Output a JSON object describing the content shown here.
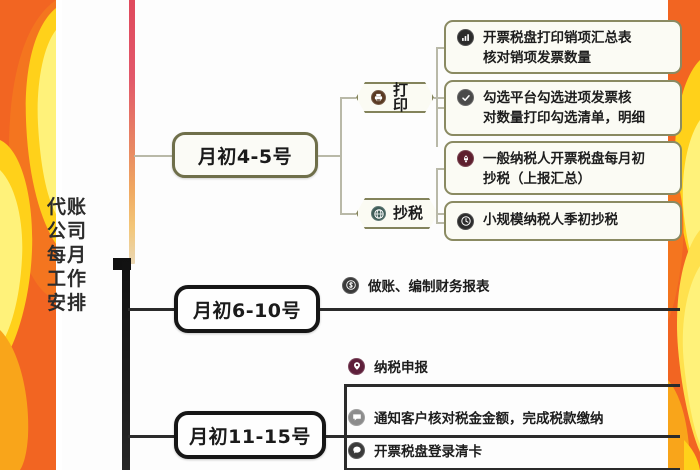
{
  "theme": {
    "flame_orange": "#f26522",
    "flame_yellow": "#ffd11a",
    "flame_pale": "#fff27a",
    "olive_border": "#83835b",
    "card_bg": "#fbfbf4",
    "trunk_red": "#e0495c",
    "trunk_orange": "#f0a861",
    "trunk_black": "#111111"
  },
  "side_title": {
    "lines": [
      "代账",
      "公司",
      "每月",
      "工作",
      "安排"
    ],
    "full": "代账公司每月工作安排"
  },
  "branches": [
    {
      "id": "b1",
      "label": "月初4-5号",
      "children": [
        {
          "id": "b1-print",
          "label": "打印",
          "icon": "printer-icon",
          "icon_color": "#5a3a22",
          "items": [
            {
              "text": "开票税盘打印销项汇总表核对销项发票数量",
              "line1": "开票税盘打印销项汇总表",
              "line2": "核对销项发票数量",
              "icon": "bar-chart-icon",
              "icon_color": "#2b2b2b"
            },
            {
              "text": "勾选平台勾选进项发票核对数量打印勾选清单，明细",
              "line1": "勾选平台勾选进项发票核",
              "line2": "对数量打印勾选清单，明细",
              "icon": "check-circle-icon",
              "icon_color": "#4a4a4a"
            }
          ]
        },
        {
          "id": "b1-tax",
          "label": "抄税",
          "icon": "globe-icon",
          "icon_color": "#3f5d58",
          "items": [
            {
              "text": "一般纳税人开票税盘每月初抄税（上报汇总）",
              "line1": "一般纳税人开票税盘每月初",
              "line2": "抄税（上报汇总）",
              "icon": "rocket-icon",
              "icon_color": "#5e1f2e"
            },
            {
              "text": "小规模纳税人季初抄税",
              "line1": "小规模纳税人季初抄税",
              "line2": "",
              "icon": "clock-icon",
              "icon_color": "#2b2b2b"
            }
          ]
        }
      ]
    },
    {
      "id": "b2",
      "label": "月初6-10号",
      "children": [],
      "items": [
        {
          "text": "做账、编制财务报表",
          "icon": "dollar-circle-icon",
          "icon_color": "#3a3a3a"
        }
      ]
    },
    {
      "id": "b3",
      "label": "月初11-15号",
      "children": [],
      "items": [
        {
          "text": "纳税申报",
          "icon": "pin-icon",
          "icon_color": "#5e1f3a"
        },
        {
          "text": "通知客户核对税金金额，完成税款缴纳",
          "icon": "chat-icon",
          "icon_color": "#8c8c8c"
        },
        {
          "text": "开票税盘登录清卡",
          "icon": "chat-alt-icon",
          "icon_color": "#3a3a3a"
        }
      ]
    }
  ]
}
